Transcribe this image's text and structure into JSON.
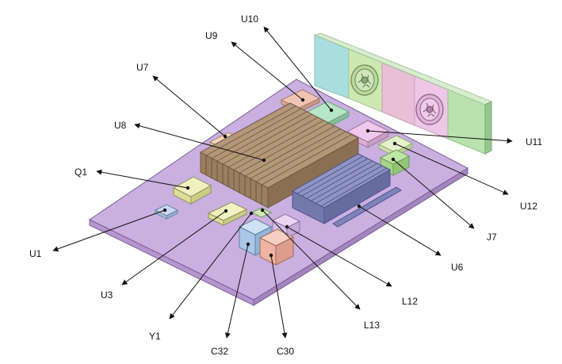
{
  "labels": {
    "U10": "U10",
    "U9": "U9",
    "U7": "U7",
    "U8": "U8",
    "Q1": "Q1",
    "U1": "U1",
    "U3": "U3",
    "Y1": "Y1",
    "C32": "C32",
    "C30": "C30",
    "L13": "L13",
    "L12": "L12",
    "U6": "U6",
    "J7": "J7",
    "U12": "U12",
    "U11": "U11"
  },
  "colors": {
    "board_top": "#c9b0e0",
    "board_edge": "#a98fc4",
    "heatsink_copper": "#a58a6b",
    "heatsink_blue": "#7e83b8",
    "fan_cyan": "#a9dede",
    "fan_green": "#c8e6b0",
    "fan_pink": "#e7bfdc",
    "fan_mint": "#b8e0b0"
  }
}
